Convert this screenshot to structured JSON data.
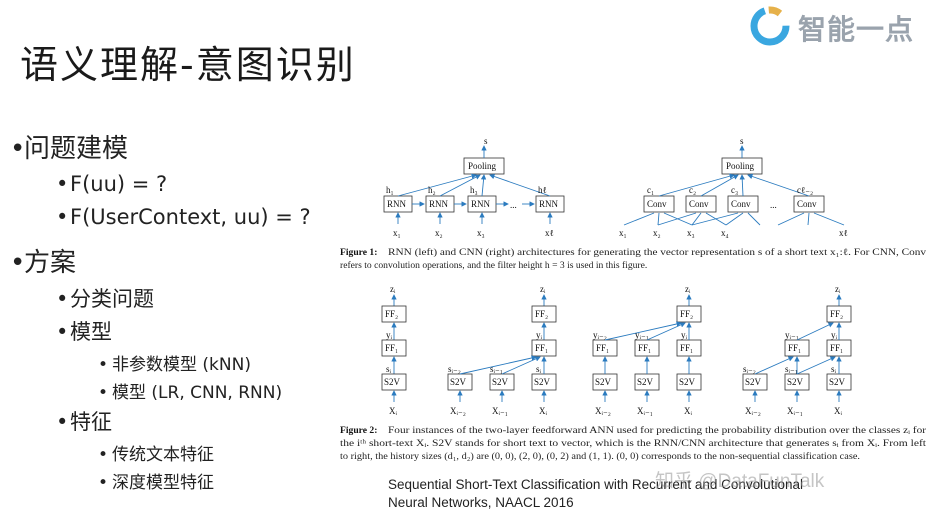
{
  "slide": {
    "title": "语义理解-意图识别"
  },
  "logo": {
    "text": "智能一点",
    "accent": "#3aa7e0"
  },
  "bullets": [
    {
      "level": 1,
      "text": "问题建模"
    },
    {
      "level": 2,
      "text": "F(uu) = ?"
    },
    {
      "level": 2,
      "text": "F(UserContext, uu) = ?"
    },
    {
      "level": 1,
      "text": "方案"
    },
    {
      "level": 2,
      "text": "分类问题"
    },
    {
      "level": 2,
      "text": "模型"
    },
    {
      "level": 3,
      "text": "非参数模型 (kNN)"
    },
    {
      "level": 3,
      "text": "模型 (LR, CNN, RNN)"
    },
    {
      "level": 2,
      "text": "特征"
    },
    {
      "level": 3,
      "text": "传统文本特征"
    },
    {
      "level": 3,
      "text": "深度模型特征"
    }
  ],
  "figure": {
    "fig1": {
      "pool_label": "Pooling",
      "output": "s",
      "rnn_box": "RNN",
      "conv_box": "Conv",
      "h_labels": [
        "h₁",
        "h₂",
        "h₃",
        "hℓ"
      ],
      "c_labels": [
        "c₁",
        "c₂",
        "c₃",
        "cℓ₋₂"
      ],
      "x_left": [
        "x₁",
        "x₂",
        "x₃",
        "xℓ"
      ],
      "x_right": [
        "x₁",
        "x₂",
        "x₃",
        "x₄",
        "xℓ"
      ],
      "caption_label": "Figure 1:",
      "caption_lines": [
        "RNN (left) and CNN (right) architectures for generating the vector representation s of a short text x₁:ℓ. For CNN, Conv",
        "refers to convolution operations, and the filter height h = 3 is used in this figure."
      ]
    },
    "fig2": {
      "ff2": "FF₂",
      "ff1": "FF₁",
      "s2v": "S2V",
      "z": "zᵢ",
      "y_labels": [
        "yᵢ",
        "yᵢ₋₂",
        "yᵢ₋₁"
      ],
      "s_labels": [
        "sᵢ",
        "sᵢ₋₂",
        "sᵢ₋₁"
      ],
      "x_labels": [
        "Xᵢ",
        "Xᵢ₋₂",
        "Xᵢ₋₁"
      ],
      "caption_label": "Figure 2:",
      "caption_lines": [
        "Four instances of the two-layer feedforward ANN used for predicting the probability distribution over the classes zᵢ for",
        "the iᵗʰ short-text Xᵢ. S2V stands for short text to vector, which is the RNN/CNN architecture that generates sᵢ from Xᵢ. From left",
        "to right, the history sizes (d₁, d₂) are (0, 0), (2, 0), (0, 2) and (1, 1). (0, 0) corresponds to the non-sequential classification case."
      ]
    }
  },
  "citation": {
    "line1": "Sequential Short-Text Classification with Recurrent and Convolutional",
    "line2": "Neural Networks, NAACL 2016"
  },
  "watermark": {
    "text": "知乎 @DataFunTalk"
  }
}
